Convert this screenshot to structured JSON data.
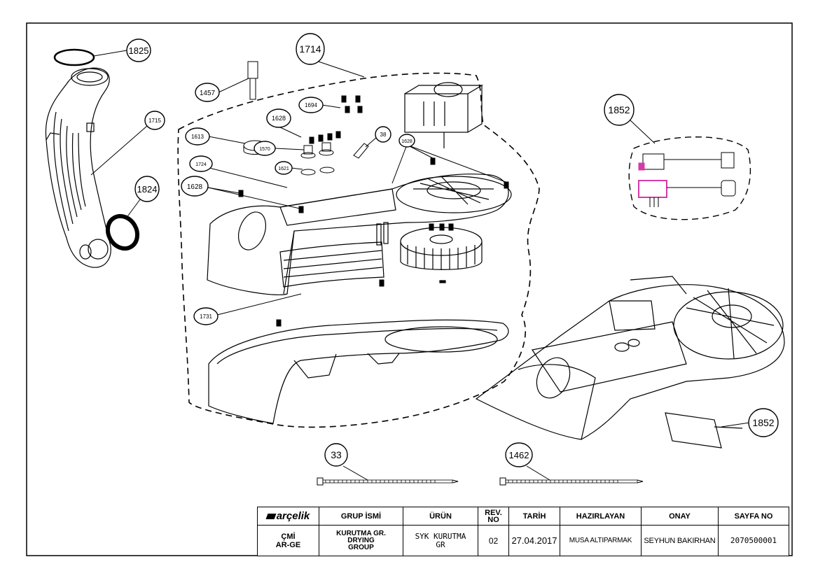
{
  "callouts": [
    {
      "id": "c1825",
      "text": "1825"
    },
    {
      "id": "c1714",
      "text": "1714"
    },
    {
      "id": "c1715",
      "text": "1715"
    },
    {
      "id": "c1824",
      "text": "1824"
    },
    {
      "id": "c1457",
      "text": "1457"
    },
    {
      "id": "c1694",
      "text": "1694"
    },
    {
      "id": "c1628a",
      "text": "1628"
    },
    {
      "id": "c1613",
      "text": "1613"
    },
    {
      "id": "c1570",
      "text": "1570"
    },
    {
      "id": "c38",
      "text": "38"
    },
    {
      "id": "c1628b",
      "text": "1628"
    },
    {
      "id": "c1724",
      "text": "1724"
    },
    {
      "id": "c1621",
      "text": "1621"
    },
    {
      "id": "c1628c",
      "text": "1628"
    },
    {
      "id": "c1852a",
      "text": "1852"
    },
    {
      "id": "c1731",
      "text": "1731"
    },
    {
      "id": "c1852b",
      "text": "1852"
    },
    {
      "id": "c33",
      "text": "33"
    },
    {
      "id": "c1462",
      "text": "1462"
    }
  ],
  "title_block": {
    "headers": {
      "logo": "arçelik",
      "group_name": "GRUP İSMİ",
      "product": "ÜRÜN",
      "rev_line1": "REV.",
      "rev_line2": "NO",
      "date": "TARİH",
      "prepared_by": "HAZIRLAYAN",
      "approval": "ONAY",
      "page_no": "SAYFA NO"
    },
    "values": {
      "org_line1": "ÇMİ",
      "org_line2": "AR-GE",
      "group_line1": "KURUTMA GR.",
      "group_line2": "DRYING",
      "group_line3": "GROUP",
      "product_line1": "SYK KURUTMA",
      "product_line2": "GR",
      "rev": "02",
      "date": "27.04.2017",
      "prepared_by": "MUSA ALTIPARMAK",
      "approval": "SEYHUN BAKIRHAN",
      "page_no": "2070500001"
    }
  },
  "colors": {
    "line": "#000000",
    "accent_magenta": "#d63aa8"
  }
}
